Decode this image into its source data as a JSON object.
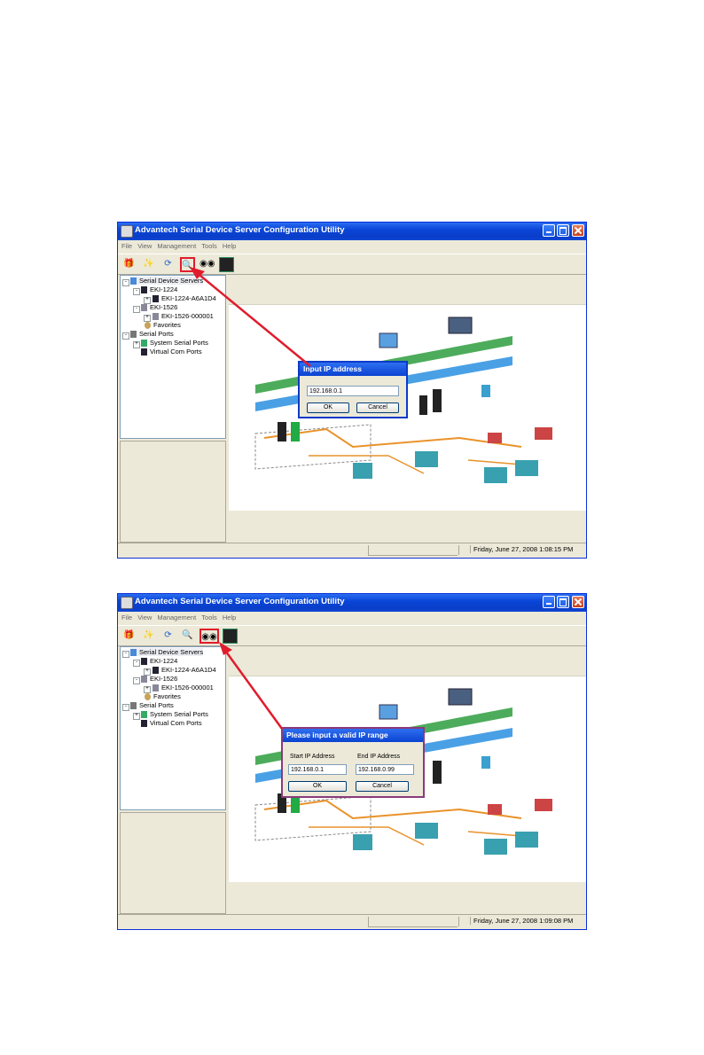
{
  "window_title": "Advantech Serial Device Server Configuration Utility",
  "menu": [
    "File",
    "View",
    "Management",
    "Tools",
    "Help"
  ],
  "tree": {
    "root": "Serial Device Servers",
    "group1": "EKI-1224",
    "group1_device": "EKI-1224-A6A1D4",
    "group2": "EKI-1526",
    "group2_device": "EKI-1526-000001",
    "favorites": "Favorites",
    "serial_ports": "Serial Ports",
    "system_serial_ports": "System Serial Ports",
    "virtual_com_ports": "Virtual Com Ports"
  },
  "icons": {
    "toolbar": [
      "add-device-icon",
      "locate-icon",
      "refresh-icon",
      "search-icon",
      "search-range-icon",
      "device-icon"
    ]
  },
  "colors": {
    "highlight": "#e01c2c",
    "xp_title_blue": "#0a46d8",
    "network_green": "#2e9e3e",
    "network_blue": "#2a8fe0",
    "network_orange": "#e9922a"
  },
  "screen1": {
    "status_time": "Friday, June 27, 2008  1:08:15 PM",
    "dialog": {
      "title": "Input IP address",
      "value": "192.168.0.1",
      "ok": "OK",
      "cancel": "Cancel"
    }
  },
  "screen2": {
    "status_time": "Friday, June 27, 2008  1:09:08 PM",
    "dialog": {
      "title": "Please input a valid IP range",
      "start_label": "Start IP Address",
      "start_value": "192.168.0.1",
      "end_label": "End IP Address",
      "end_value": "192.168.0.99",
      "ok": "OK",
      "cancel": "Cancel"
    }
  }
}
